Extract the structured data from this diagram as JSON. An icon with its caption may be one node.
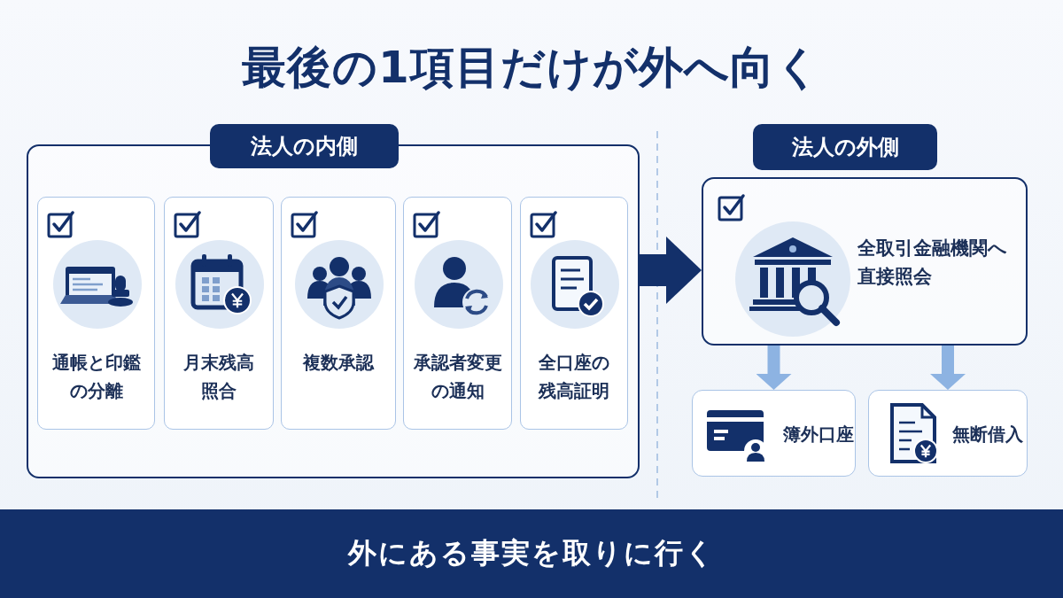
{
  "diagram": {
    "title": "最後の1項目だけが外へ向く",
    "caption": "外にある事実を取りに行く",
    "nodes": [
      {
        "text": [
          "法人の内側"
        ]
      },
      {
        "text": [
          "通帳と印鑑の分離"
        ],
        "in": 0
      },
      {
        "text": [
          "月末残高照合"
        ],
        "in": 0
      },
      {
        "text": [
          "複数承認"
        ],
        "in": 0
      },
      {
        "text": [
          "承認者変更の通知"
        ],
        "in": 0
      },
      {
        "text": [
          "全口座の残高証明"
        ],
        "in": 0
      },
      {
        "text": [
          "法人の外側",
          "全取引金融機関へ直接照会"
        ]
      },
      {
        "text": [
          "簿外口座"
        ]
      },
      {
        "text": [
          "無断借入"
        ]
      }
    ],
    "edges": [
      {
        "from": 0,
        "to": 6,
        "arrow": "to",
        "style": "thick",
        "color": "#13306a"
      },
      {
        "from": 6,
        "to": 7,
        "arrow": "to"
      },
      {
        "from": 6,
        "to": 8,
        "arrow": "to"
      }
    ]
  }
}
